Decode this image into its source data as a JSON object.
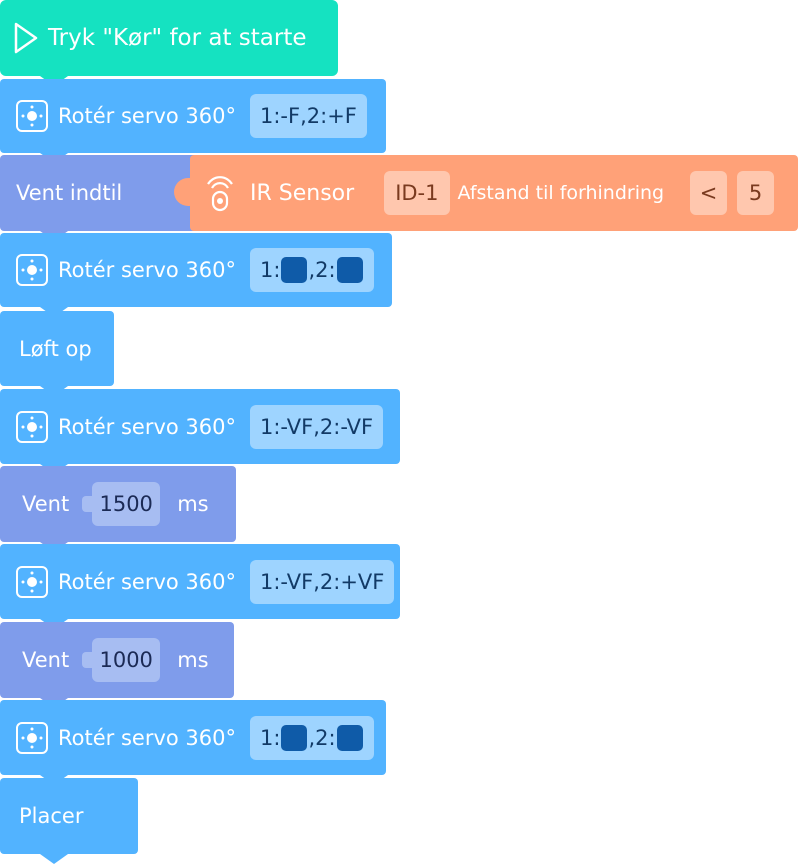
{
  "start": {
    "label": "Tryk \"Kør\" for at starte"
  },
  "blocks": {
    "servo1": {
      "label": "Rotér servo 360°",
      "value": "1:-F,2:+F"
    },
    "wait1": {
      "label": "Vent indtil"
    },
    "ir": {
      "name": "IR Sensor",
      "id": "ID-1",
      "metric": "Afstand til forhindring",
      "op": "<",
      "value": "5"
    },
    "servo2": {
      "label": "Rotér servo 360°",
      "p1": "1:",
      "p2": ",2:"
    },
    "lift": {
      "label": "Løft op"
    },
    "servo3": {
      "label": "Rotér servo 360°",
      "value": "1:-VF,2:-VF"
    },
    "wait2": {
      "label": "Vent",
      "value": "1500",
      "unit": "ms"
    },
    "servo4": {
      "label": "Rotér servo 360°",
      "value": "1:-VF,2:+VF"
    },
    "wait3": {
      "label": "Vent",
      "value": "1000",
      "unit": "ms"
    },
    "servo5": {
      "label": "Rotér servo 360°",
      "p1": "1:",
      "p2": ",2:"
    },
    "place": {
      "label": "Placer"
    }
  },
  "colors": {
    "servo": "#52b3ff",
    "wait": "#7f9ceb",
    "start": "#15e2c1",
    "sensor": "#ffa178",
    "stopped_dot": "#0f5ba8"
  },
  "icons": {
    "start": "play-outline-icon",
    "servo": "servo-motor-icon",
    "sensor": "ir-signal-icon"
  }
}
